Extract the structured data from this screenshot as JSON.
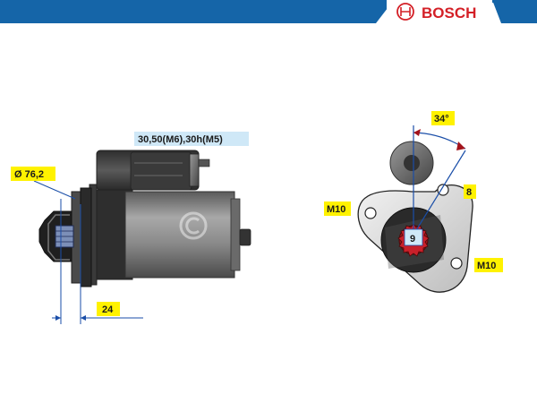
{
  "brand": {
    "name": "BOSCH"
  },
  "labels": {
    "diameter": "Ø 76,2",
    "mounting": "30,50(M6),30h(M5)",
    "length": "24",
    "angle": "34°",
    "bolt_size": "8",
    "hole_left": "M10",
    "hole_right": "M10",
    "teeth": "9"
  },
  "colors": {
    "header_blue": "#1565a8",
    "label_yellow": "#fff200",
    "label_blue": "#cfe8f7",
    "brand_red": "#d42027",
    "pinion_red": "#a3131b"
  }
}
